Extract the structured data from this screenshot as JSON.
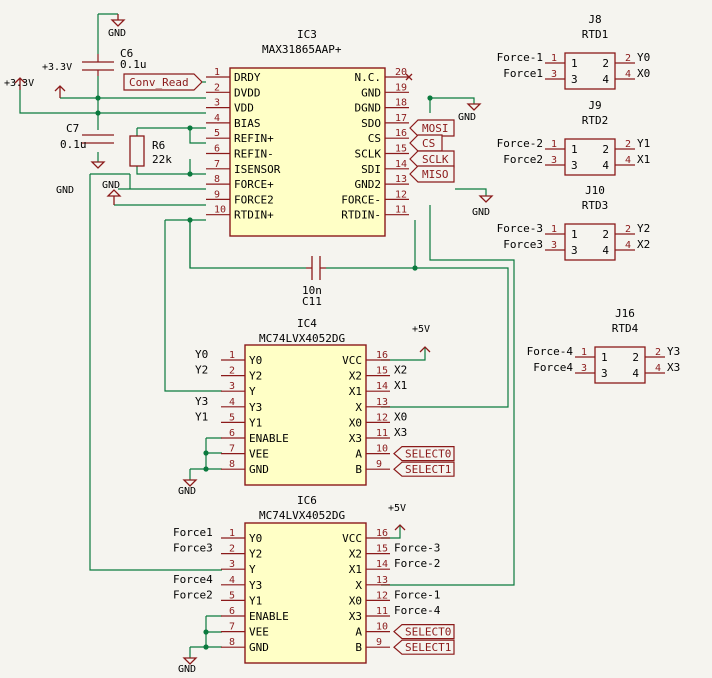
{
  "ic3": {
    "ref": "IC3",
    "value": "MAX31865AAP+",
    "left_pins": [
      {
        "num": "1",
        "name": "DRDY"
      },
      {
        "num": "2",
        "name": "DVDD"
      },
      {
        "num": "3",
        "name": "VDD"
      },
      {
        "num": "4",
        "name": "BIAS"
      },
      {
        "num": "5",
        "name": "REFIN+"
      },
      {
        "num": "6",
        "name": "REFIN-"
      },
      {
        "num": "7",
        "name": "ISENSOR"
      },
      {
        "num": "8",
        "name": "FORCE+"
      },
      {
        "num": "9",
        "name": "FORCE2"
      },
      {
        "num": "10",
        "name": "RTDIN+"
      }
    ],
    "right_pins": [
      {
        "num": "20",
        "name": "N.C."
      },
      {
        "num": "19",
        "name": "GND"
      },
      {
        "num": "18",
        "name": "DGND"
      },
      {
        "num": "17",
        "name": "SDO"
      },
      {
        "num": "16",
        "name": "CS"
      },
      {
        "num": "15",
        "name": "SCLK"
      },
      {
        "num": "14",
        "name": "SDI"
      },
      {
        "num": "13",
        "name": "GND2"
      },
      {
        "num": "12",
        "name": "FORCE-"
      },
      {
        "num": "11",
        "name": "RTDIN-"
      }
    ]
  },
  "ic4": {
    "ref": "IC4",
    "value": "MC74LVX4052DG",
    "left_pins": [
      {
        "num": "1",
        "name": "Y0",
        "net": "Y0"
      },
      {
        "num": "2",
        "name": "Y2",
        "net": "Y2"
      },
      {
        "num": "3",
        "name": "Y",
        "net": ""
      },
      {
        "num": "4",
        "name": "Y3",
        "net": "Y3"
      },
      {
        "num": "5",
        "name": "Y1",
        "net": "Y1"
      },
      {
        "num": "6",
        "name": "ENABLE",
        "net": ""
      },
      {
        "num": "7",
        "name": "VEE",
        "net": ""
      },
      {
        "num": "8",
        "name": "GND",
        "net": ""
      }
    ],
    "right_pins": [
      {
        "num": "16",
        "name": "VCC",
        "net": ""
      },
      {
        "num": "15",
        "name": "X2",
        "net": "X2"
      },
      {
        "num": "14",
        "name": "X1",
        "net": "X1"
      },
      {
        "num": "13",
        "name": "X",
        "net": ""
      },
      {
        "num": "12",
        "name": "X0",
        "net": "X0"
      },
      {
        "num": "11",
        "name": "X3",
        "net": "X3"
      },
      {
        "num": "10",
        "name": "A",
        "net": "SELECT0"
      },
      {
        "num": "9",
        "name": "B",
        "net": "SELECT1"
      }
    ]
  },
  "ic6": {
    "ref": "IC6",
    "value": "MC74LVX4052DG",
    "left_pins": [
      {
        "num": "1",
        "name": "Y0",
        "net": "Force1"
      },
      {
        "num": "2",
        "name": "Y2",
        "net": "Force3"
      },
      {
        "num": "3",
        "name": "Y",
        "net": ""
      },
      {
        "num": "4",
        "name": "Y3",
        "net": "Force4"
      },
      {
        "num": "5",
        "name": "Y1",
        "net": "Force2"
      },
      {
        "num": "6",
        "name": "ENABLE",
        "net": ""
      },
      {
        "num": "7",
        "name": "VEE",
        "net": ""
      },
      {
        "num": "8",
        "name": "GND",
        "net": ""
      }
    ],
    "right_pins": [
      {
        "num": "16",
        "name": "VCC",
        "net": ""
      },
      {
        "num": "15",
        "name": "X2",
        "net": "Force-3"
      },
      {
        "num": "14",
        "name": "X1",
        "net": "Force-2"
      },
      {
        "num": "13",
        "name": "X",
        "net": ""
      },
      {
        "num": "12",
        "name": "X0",
        "net": "Force-1"
      },
      {
        "num": "11",
        "name": "X3",
        "net": "Force-4"
      },
      {
        "num": "10",
        "name": "A",
        "net": "SELECT0"
      },
      {
        "num": "9",
        "name": "B",
        "net": "SELECT1"
      }
    ]
  },
  "connectors": [
    {
      "ref": "J8",
      "value": "RTD1",
      "p1": "Force-1",
      "p3": "Force1",
      "p2": "Y0",
      "p4": "X0"
    },
    {
      "ref": "J9",
      "value": "RTD2",
      "p1": "Force-2",
      "p3": "Force2",
      "p2": "Y1",
      "p4": "X1"
    },
    {
      "ref": "J10",
      "value": "RTD3",
      "p1": "Force-3",
      "p3": "Force3",
      "p2": "Y2",
      "p4": "X2"
    },
    {
      "ref": "J16",
      "value": "RTD4",
      "p1": "Force-4",
      "p3": "Force4",
      "p2": "Y3",
      "p4": "X3"
    }
  ],
  "pin_nums": {
    "one": "1",
    "two": "2",
    "three": "3",
    "four": "4"
  },
  "passives": {
    "c6_ref": "C6",
    "c6_val": "0.1u",
    "c7_ref": "C7",
    "c7_val": "0.1u",
    "r6_ref": "R6",
    "r6_val": "22k",
    "c11_val": "10n",
    "c11_ref": "C11"
  },
  "global_labels": {
    "conv": "Conv_Read",
    "mosi": "MOSI",
    "cs": "CS",
    "sclk": "SCLK",
    "miso": "MISO"
  },
  "power": {
    "gnd": "GND",
    "v33": "+3.3V",
    "v5": "+5V"
  },
  "colors": {
    "wire": "#0b7a3e",
    "component": "#8b1a1a",
    "body_fill": "#ffffc6",
    "background": "#f5f4ef"
  }
}
